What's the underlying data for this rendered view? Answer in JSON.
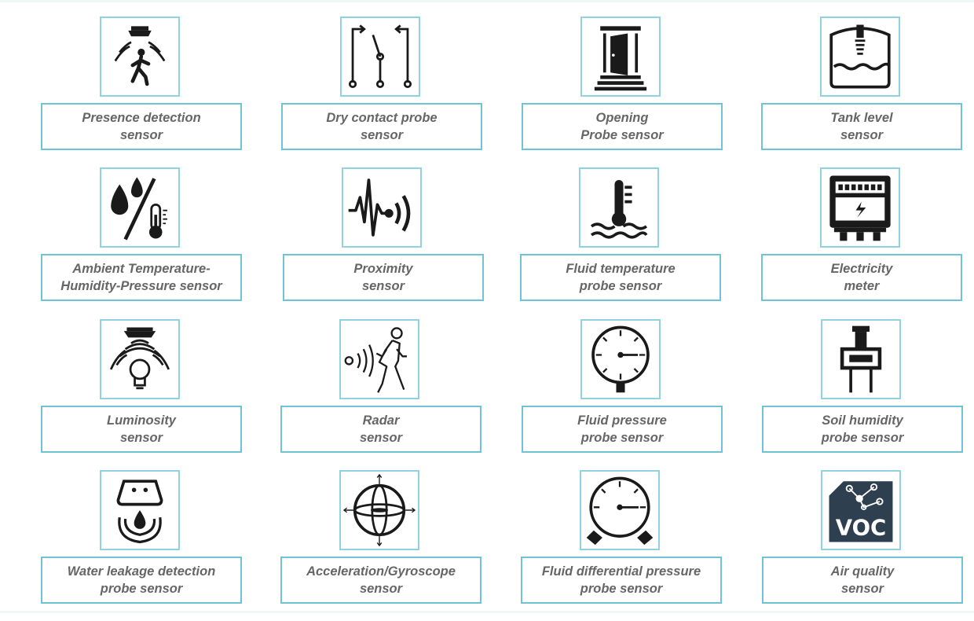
{
  "sensors": [
    {
      "line1": "Presence detection",
      "line2": "sensor",
      "icon": "presence-detection-icon"
    },
    {
      "line1": "Dry contact probe",
      "line2": "sensor",
      "icon": "dry-contact-icon"
    },
    {
      "line1": "Opening",
      "line2": "Probe sensor",
      "icon": "door-opening-icon"
    },
    {
      "line1": "Tank level",
      "line2": "sensor",
      "icon": "tank-level-icon"
    },
    {
      "line1": "Ambient Temperature-",
      "line2": "Humidity-Pressure sensor",
      "icon": "temperature-humidity-icon"
    },
    {
      "line1": "Proximity",
      "line2": "sensor",
      "icon": "proximity-icon"
    },
    {
      "line1": "Fluid temperature",
      "line2": "probe sensor",
      "icon": "fluid-temperature-icon"
    },
    {
      "line1": "Electricity",
      "line2": "meter",
      "icon": "electricity-meter-icon"
    },
    {
      "line1": "Luminosity",
      "line2": "sensor",
      "icon": "luminosity-icon"
    },
    {
      "line1": "Radar",
      "line2": "sensor",
      "icon": "radar-icon"
    },
    {
      "line1": "Fluid pressure",
      "line2": "probe sensor",
      "icon": "pressure-gauge-icon"
    },
    {
      "line1": "Soil humidity",
      "line2": "probe sensor",
      "icon": "soil-humidity-icon"
    },
    {
      "line1": "Water leakage detection",
      "line2": "probe sensor",
      "icon": "water-leakage-icon"
    },
    {
      "line1": "Acceleration/Gyroscope",
      "line2": "sensor",
      "icon": "gyroscope-icon"
    },
    {
      "line1": "Fluid differential pressure",
      "line2": "probe sensor",
      "icon": "differential-pressure-icon"
    },
    {
      "line1": "Air quality",
      "line2": "sensor",
      "icon": "voc-icon"
    }
  ],
  "voc_text": "VOC",
  "colors": {
    "border": "#6ec3d6",
    "icon_border": "#8fd3e1",
    "text": "#666666",
    "icon": "#1a1a1a",
    "voc_bg": "#2e3f4f"
  }
}
